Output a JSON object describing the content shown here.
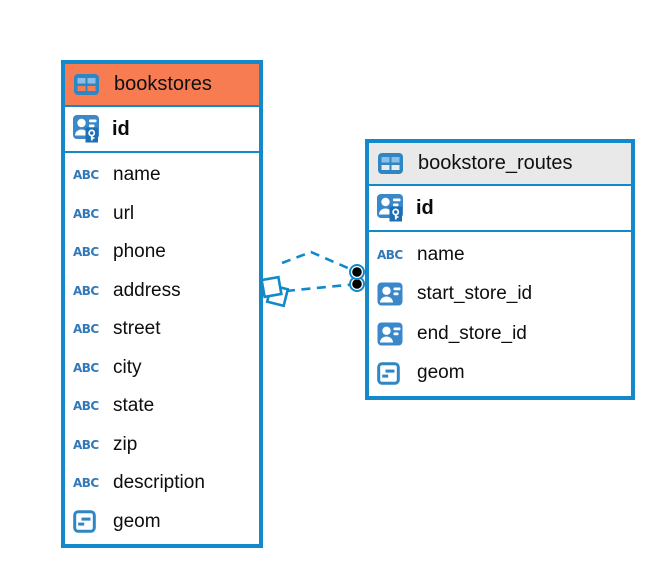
{
  "tables": [
    {
      "name": "bookstores",
      "header_bg": "#F87C52",
      "pk": {
        "name": "id"
      },
      "columns": [
        {
          "name": "name",
          "type": "text"
        },
        {
          "name": "url",
          "type": "text"
        },
        {
          "name": "phone",
          "type": "text"
        },
        {
          "name": "address",
          "type": "text"
        },
        {
          "name": "street",
          "type": "text"
        },
        {
          "name": "city",
          "type": "text"
        },
        {
          "name": "state",
          "type": "text"
        },
        {
          "name": "zip",
          "type": "text"
        },
        {
          "name": "description",
          "type": "text"
        },
        {
          "name": "geom",
          "type": "geometry"
        }
      ]
    },
    {
      "name": "bookstore_routes",
      "header_bg": "#E9E9E9",
      "pk": {
        "name": "id"
      },
      "columns": [
        {
          "name": "name",
          "type": "text"
        },
        {
          "name": "start_store_id",
          "type": "reference"
        },
        {
          "name": "end_store_id",
          "type": "reference"
        },
        {
          "name": "geom",
          "type": "geometry"
        }
      ]
    }
  ],
  "relationships": [
    {
      "from_table": "bookstore_routes",
      "to_table": "bookstores",
      "line_style": "dashed"
    },
    {
      "from_table": "bookstore_routes",
      "to_table": "bookstores",
      "line_style": "dashed"
    }
  ],
  "icons": {
    "text_type_glyph": "ABC"
  },
  "colors": {
    "node_border_blue": "#1389CA",
    "header_orange": "#F87C52",
    "header_gray": "#E9E9E9",
    "icon_blue": "#3A88C9",
    "icon_key_badge_blue": "#1C6FB4",
    "connector_blue": "#1389CA",
    "connector_dot_black": "#000000",
    "text_black": "#0d0d0d"
  }
}
